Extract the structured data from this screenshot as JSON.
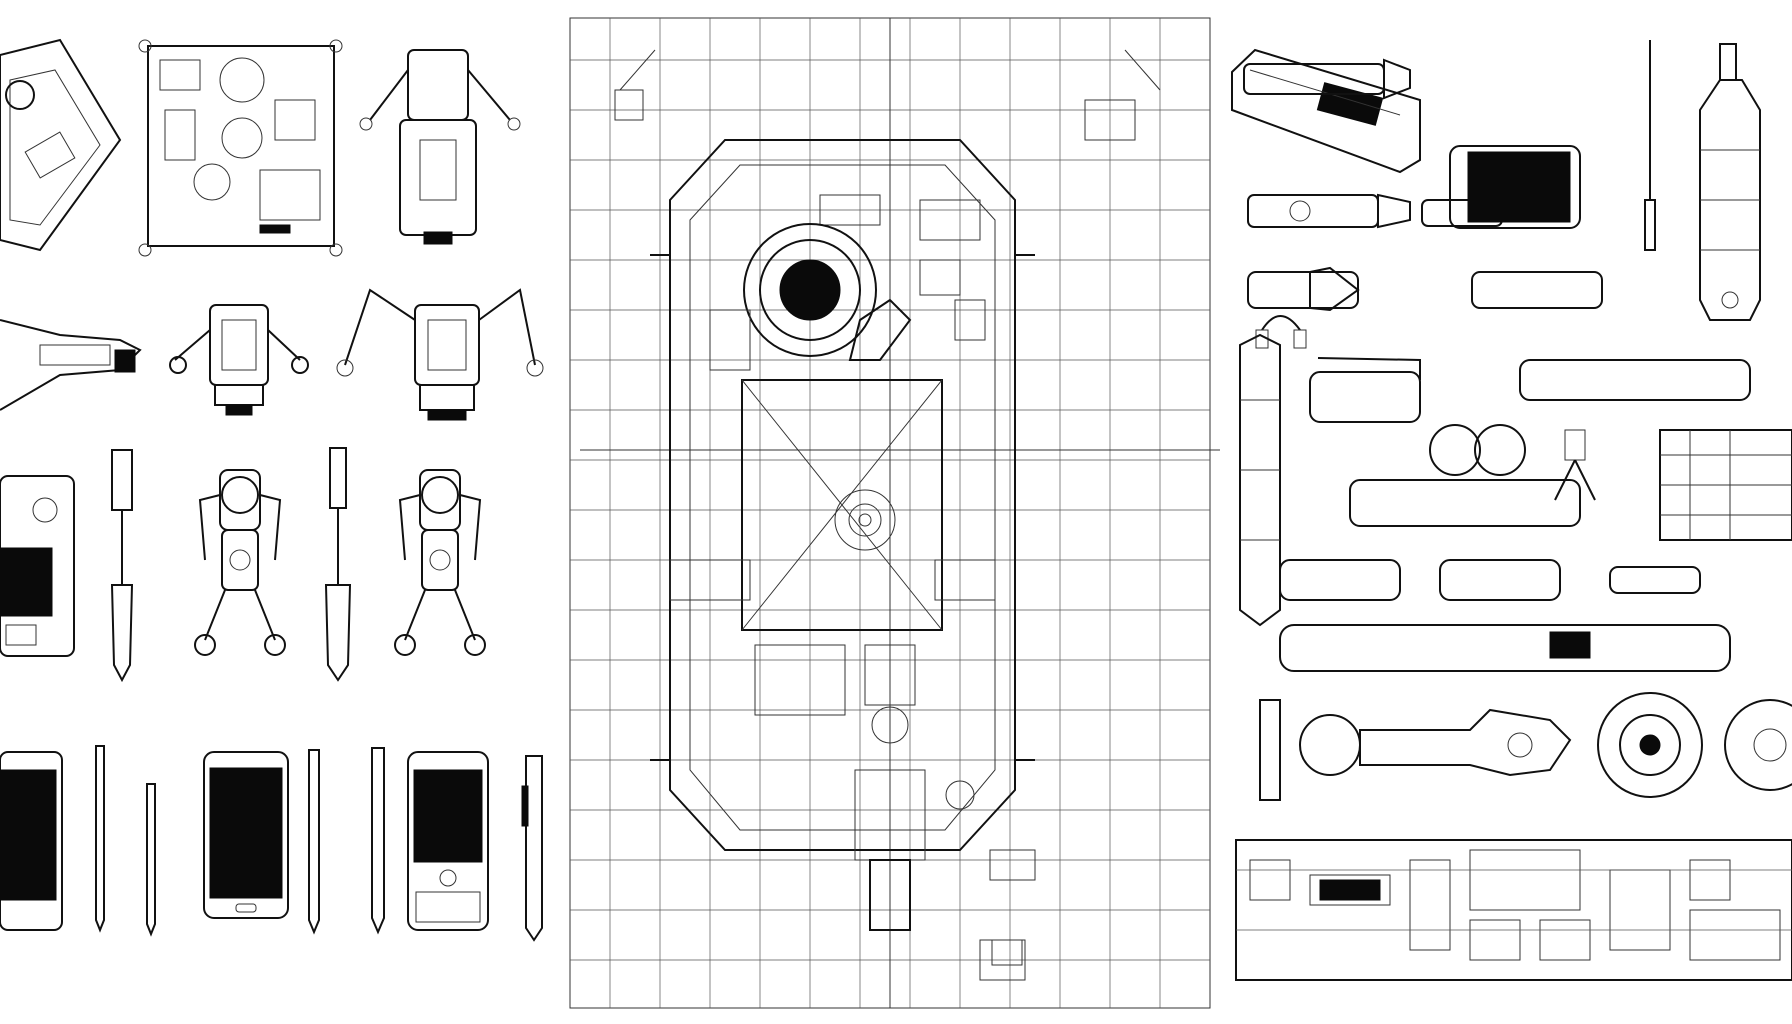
{
  "image": {
    "kind": "technical line-art illustration sheet",
    "palette": {
      "ink": "#111111",
      "paper": "#ffffff",
      "screen": "#0a0a0a"
    }
  },
  "left_panel": {
    "icons": [
      "rugged-camera-icon",
      "circuit-board-icon",
      "walker-robot-icon",
      "crawler-drone-icon",
      "rover-drone-icon",
      "legged-drone-icon",
      "screen-device-icon",
      "probe-tool-icon",
      "humanoid-robot-icon",
      "probe-tool-icon",
      "humanoid-robot-icon",
      "smartphone-icon",
      "stylus-icon",
      "smartphone-icon",
      "stylus-icon",
      "feature-phone-icon",
      "pen-icon"
    ]
  },
  "center_panel": {
    "icons": [
      "blueprint-grid",
      "exploded-phone-device",
      "camera-lens-icon",
      "circuit-board-icon"
    ]
  },
  "right_panel": {
    "icons": [
      "rugged-phone-icon",
      "flashlight-icon",
      "smartphone-icon",
      "antenna-icon",
      "canister-icon",
      "scope-icon",
      "torch-icon",
      "connector-icon",
      "tube-tool-icon",
      "tripod-icon",
      "mechanical-arm-icon",
      "lens-disc-icon",
      "circuit-strip-icon"
    ]
  }
}
